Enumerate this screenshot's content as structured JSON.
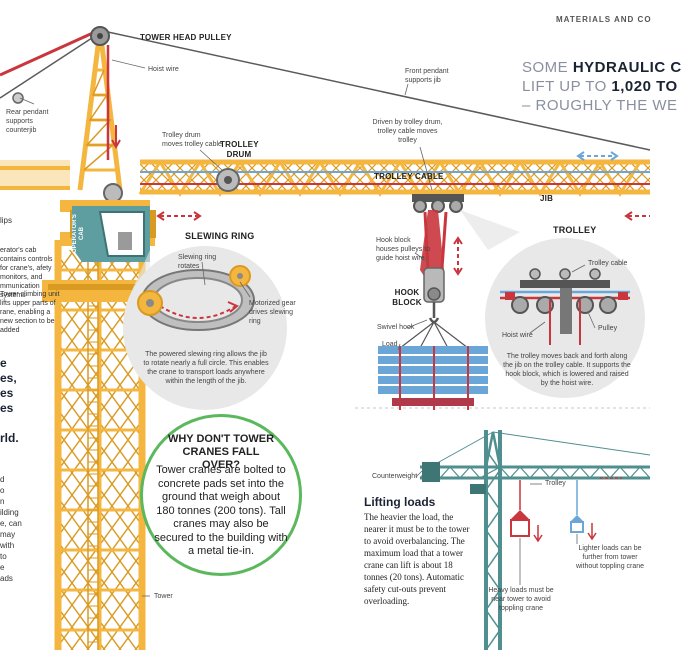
{
  "header": {
    "section": "MATERIALS AND CO",
    "fact_line1_pre": "SOME ",
    "fact_line1_bold": "HYDRAULIC C",
    "fact_line2_pre": "LIFT UP TO ",
    "fact_line2_bold": "1,020 TO",
    "fact_line3": "– ROUGHLY THE WE"
  },
  "labels": {
    "tower_head_pulley": "TOWER HEAD PULLEY",
    "hoist_wire": "Hoist wire",
    "rear_pendant": "Rear pendant supports counterjib",
    "front_pendant": "Front pendant supports jib",
    "trolley_drum_desc": "Trolley drum moves trolley cable",
    "trolley_drum": "TROLLEY DRUM",
    "driven_by": "Driven by trolley drum, trolley cable moves trolley",
    "trolley_cable": "TROLLEY CABLE",
    "jib": "JIB",
    "operators_cab": "OPERATOR'S CAB",
    "slewing_ring": "SLEWING RING",
    "slewing_ring_rotates": "Slewing ring rotates",
    "motorized_gear": "Motorized gear drives slewing ring",
    "slewing_desc": "The powered slewing ring allows the jib to rotate nearly a full circle. This enables the crane to transport loads anywhere within the length of the jib.",
    "hook_block_desc": "Hook block houses pulleys to guide hoist wire",
    "hook_block": "HOOK BLOCK",
    "swivel_hook": "Swivel hook",
    "load": "Load",
    "trolley": "TROLLEY",
    "trolley_cable_small": "Trolley cable",
    "hoist_wire_small": "Hoist wire",
    "pulley": "Pulley",
    "trolley_desc": "The trolley moves back and forth along the jib on the trolley cable. It supports the hook block, which is lowered and raised by the hoist wire.",
    "tower": "Tower",
    "counterweight": "Counterweight",
    "trolley_small": "Trolley",
    "lighter_loads": "Lighter loads can be further from tower without toppling crane",
    "heavy_loads": "Heavy loads must be near tower to avoid toppling crane"
  },
  "left_clipped": {
    "lips": "lips",
    "cab_contains": "erator's cab contains controls for crane's, afety monitors, and mmunication systems",
    "climbing_unit": "Tower climbing unit lifts upper parts of rane, enabling a new section to be added",
    "big_text": [
      "e",
      "es,",
      "es",
      "es",
      "",
      "rld."
    ],
    "small_text": [
      "d",
      "o",
      "n",
      "ilding",
      "e, can",
      "may",
      "with",
      "to",
      "e",
      "ads"
    ]
  },
  "callout": {
    "title": "WHY DON'T TOWER CRANES FALL OVER?",
    "body": "Tower cranes are bolted to concrete pads set into the ground that weigh about 180 tonnes (200 tons). Tall cranes may also be secured to the building with a metal tie-in."
  },
  "lifting": {
    "title": "Lifting loads",
    "body": "The heavier the load, the nearer it must be to the tower to avoid overbalancing. The maximum load that a tower crane can lift is about 18 tonnes (20 tons). Automatic safety cut-outs prevent overloading."
  },
  "colors": {
    "crane_yellow": "#f4b63f",
    "crane_dark": "#d99a22",
    "wire_red": "#c9363d",
    "wire_blue": "#6aa7d8",
    "cab_teal": "#5f9ea0",
    "grey_circle": "#e8e8e8",
    "callout_green": "#5cb85c",
    "small_crane_teal": "#4f8f8f"
  }
}
